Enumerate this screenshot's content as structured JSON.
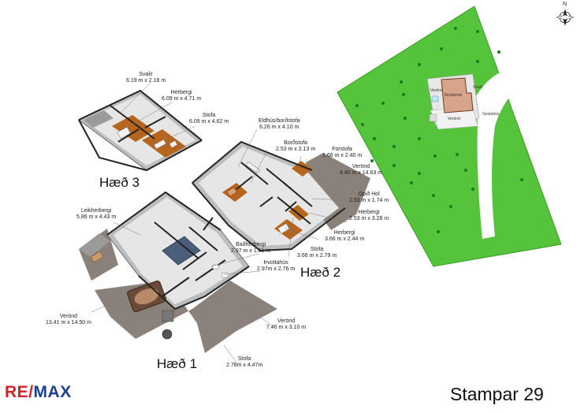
{
  "property": {
    "name": "Stampar 29"
  },
  "logo": {
    "text": "RE/MAX",
    "red": "RE",
    "slash": "/",
    "blue": "MAX"
  },
  "compass": {
    "label": "N"
  },
  "colors": {
    "grass": "#55c43a",
    "tree": "#1a7a20",
    "house": "#d9a58a",
    "deck": "#8a827a",
    "wood": "#b5651d",
    "wall": "#333333",
    "floor": "#dcdcdc",
    "brand_red": "#d6202a",
    "brand_blue": "#1d3f8f"
  },
  "site_plan": {
    "house_label": "Íbúðarhús",
    "deck_west": "Verönd",
    "deck_south": "Verönd",
    "side_label": "Gestahús",
    "small_label": "Svalir"
  },
  "floors": {
    "floor3": {
      "title": "Hæð 3",
      "rooms": [
        {
          "name": "Svalir",
          "dims": "6.19 m x 2.18 m"
        },
        {
          "name": "Herbergi",
          "dims": "6.09 m x 4.71 m"
        },
        {
          "name": "Stofa",
          "dims": "6.09 m x 4.62 m"
        }
      ]
    },
    "floor2": {
      "title": "Hæð 2",
      "rooms": [
        {
          "name": "Eldhús/borðstofa",
          "dims": "6.26 m x 4.10 m"
        },
        {
          "name": "Borðstofa",
          "dims": "2.53 m x 2.13 m"
        },
        {
          "name": "Forstofa",
          "dims": "1.66 m x 2.40 m"
        },
        {
          "name": "Verönd",
          "dims": "4.40 m x 14.63 m"
        },
        {
          "name": "Opið Hol",
          "dims": "2.53 m x 1.74 m"
        },
        {
          "name": "Herbergi",
          "dims": "2.53 m x 3.28 m"
        },
        {
          "name": "Herbergi",
          "dims": "3.66 m x 2.44 m"
        },
        {
          "name": "Stofa",
          "dims": "3.66 m x 2.79 m"
        }
      ]
    },
    "floor1": {
      "title": "Hæð 1",
      "rooms": [
        {
          "name": "Leikherbergi",
          "dims": "5.86 m x 4.43 m"
        },
        {
          "name": "Baðherbergi",
          "dims": "2.97 m x 1.61 m"
        },
        {
          "name": "Þvottahús",
          "dims": "2.97m x 2.76 m"
        },
        {
          "name": "Verönd",
          "dims": "13.41 m x 14.50 m"
        },
        {
          "name": "Verönd",
          "dims": "7.46 m x 3.10 m"
        },
        {
          "name": "Stofa",
          "dims": "2.78m x 4.47m"
        }
      ]
    }
  }
}
